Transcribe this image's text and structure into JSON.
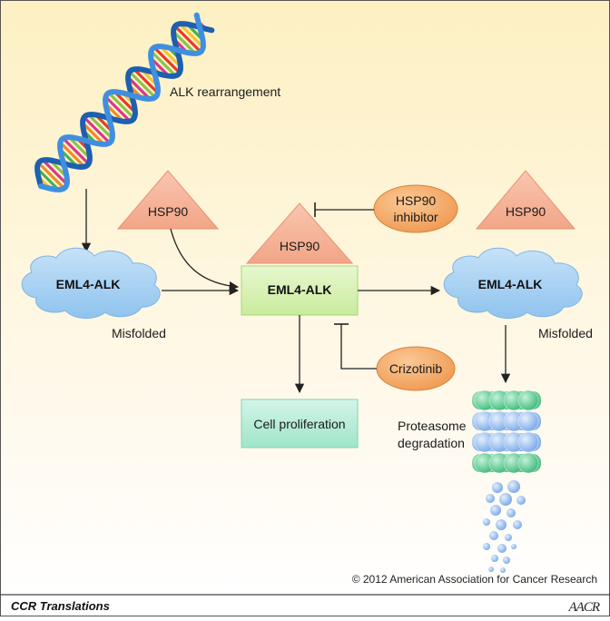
{
  "labels": {
    "alk_rearrangement": "ALK rearrangement",
    "hsp90_left": "HSP90",
    "hsp90_center": "HSP90",
    "hsp90_right": "HSP90",
    "eml4_left": "EML4-ALK",
    "eml4_center": "EML4-ALK",
    "eml4_right": "EML4-ALK",
    "misfolded_left": "Misfolded",
    "misfolded_right": "Misfolded",
    "inhibitor_line1": "HSP90",
    "inhibitor_line2": "inhibitor",
    "crizotinib": "Crizotinib",
    "cell_proliferation": "Cell proliferation",
    "proteasome_line1": "Proteasome",
    "proteasome_line2": "degradation"
  },
  "footer": {
    "copyright": "© 2012 American Association for Cancer Research",
    "series": "CCR Translations",
    "logo_text": "AACR"
  },
  "colors": {
    "background_top": "#fdf1c6",
    "background_bottom": "#fffdf6",
    "triangle_fill": "#f6b49a",
    "cloud_fill": "#a9d2f3",
    "center_box_fill": "#d6f0b0",
    "proliferation_box_fill": "#b3ecd8",
    "oval_fill": "#f6ae6a",
    "proteasome_green": "#6ed3a0",
    "proteasome_blue": "#9fc5ef"
  }
}
